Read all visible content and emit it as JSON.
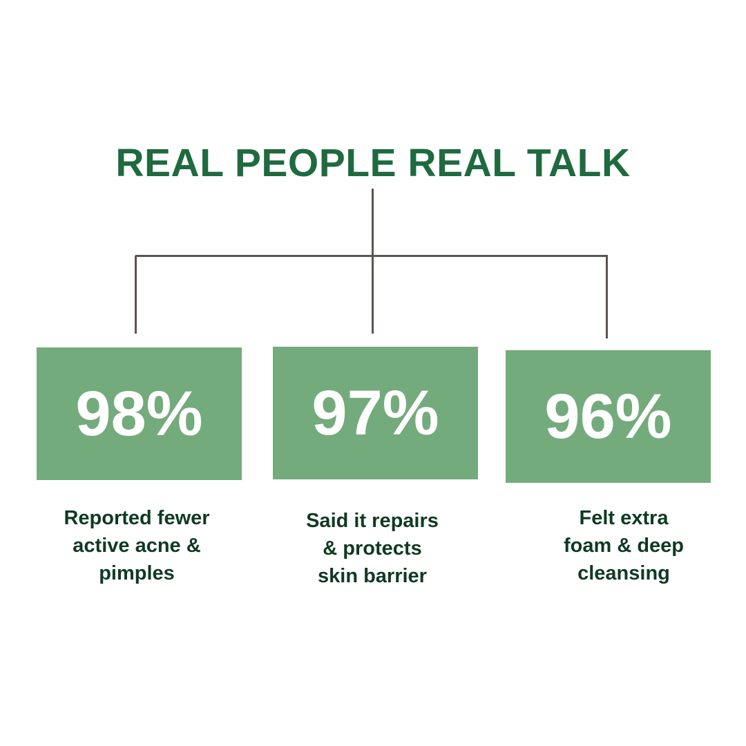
{
  "title": "REAL PEOPLE REAL TALK",
  "colors": {
    "title": "#1f6a3f",
    "box": "#74ab7c",
    "line": "#5b5350",
    "caption": "#0f3a22"
  },
  "stats": [
    {
      "value": "98%",
      "caption": [
        "Reported fewer",
        "active acne &",
        "pimples"
      ]
    },
    {
      "value": "97%",
      "caption": [
        "Said it repairs",
        "& protects",
        "skin barrier"
      ]
    },
    {
      "value": "96%",
      "caption": [
        "Felt extra",
        "foam & deep",
        "cleansing"
      ]
    }
  ]
}
